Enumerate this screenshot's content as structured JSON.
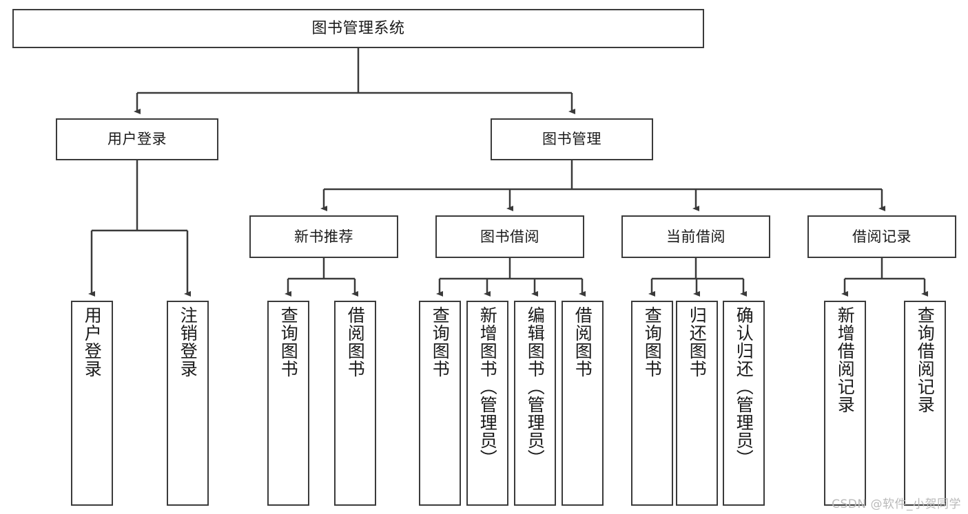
{
  "diagram": {
    "title": "图书管理系统",
    "type": "tree-hierarchy",
    "levels": 4,
    "root": {
      "id": "root",
      "label": "图书管理系统"
    },
    "level2": [
      {
        "id": "user-login",
        "label": "用户登录"
      },
      {
        "id": "book-manage",
        "label": "图书管理"
      }
    ],
    "level3": [
      {
        "id": "new-book-recommend",
        "label": "新书推荐",
        "parent": "book-manage"
      },
      {
        "id": "book-borrow",
        "label": "图书借阅",
        "parent": "book-manage"
      },
      {
        "id": "current-borrow",
        "label": "当前借阅",
        "parent": "book-manage"
      },
      {
        "id": "borrow-record",
        "label": "借阅记录",
        "parent": "book-manage"
      }
    ],
    "leaves": [
      {
        "id": "leaf-user-login",
        "label": "用户登录",
        "parent": "user-login"
      },
      {
        "id": "leaf-logout-login",
        "label": "注销登录",
        "parent": "user-login"
      },
      {
        "id": "leaf-query-book-1",
        "label": "查询图书",
        "parent": "new-book-recommend"
      },
      {
        "id": "leaf-borrow-book-1",
        "label": "借阅图书",
        "parent": "new-book-recommend"
      },
      {
        "id": "leaf-query-book-2",
        "label": "查询图书",
        "parent": "book-borrow"
      },
      {
        "id": "leaf-add-book",
        "label": "新增图书（管理员）",
        "parent": "book-borrow"
      },
      {
        "id": "leaf-edit-book",
        "label": "编辑图书（管理员）",
        "parent": "book-borrow"
      },
      {
        "id": "leaf-borrow-book-2",
        "label": "借阅图书",
        "parent": "book-borrow"
      },
      {
        "id": "leaf-query-book-3",
        "label": "查询图书",
        "parent": "current-borrow"
      },
      {
        "id": "leaf-return-book",
        "label": "归还图书",
        "parent": "current-borrow"
      },
      {
        "id": "leaf-confirm-return",
        "label": "确认归还（管理员）",
        "parent": "current-borrow"
      },
      {
        "id": "leaf-add-record",
        "label": "新增借阅记录",
        "parent": "borrow-record"
      },
      {
        "id": "leaf-query-record",
        "label": "查询借阅记录",
        "parent": "borrow-record"
      }
    ]
  },
  "watermark": {
    "text": "CSDN @软件_小贺同学"
  },
  "colors": {
    "stroke": "#3a3a3a",
    "background": "#ffffff",
    "text": "#1a1a1a",
    "watermark": "#b9b9b9"
  }
}
